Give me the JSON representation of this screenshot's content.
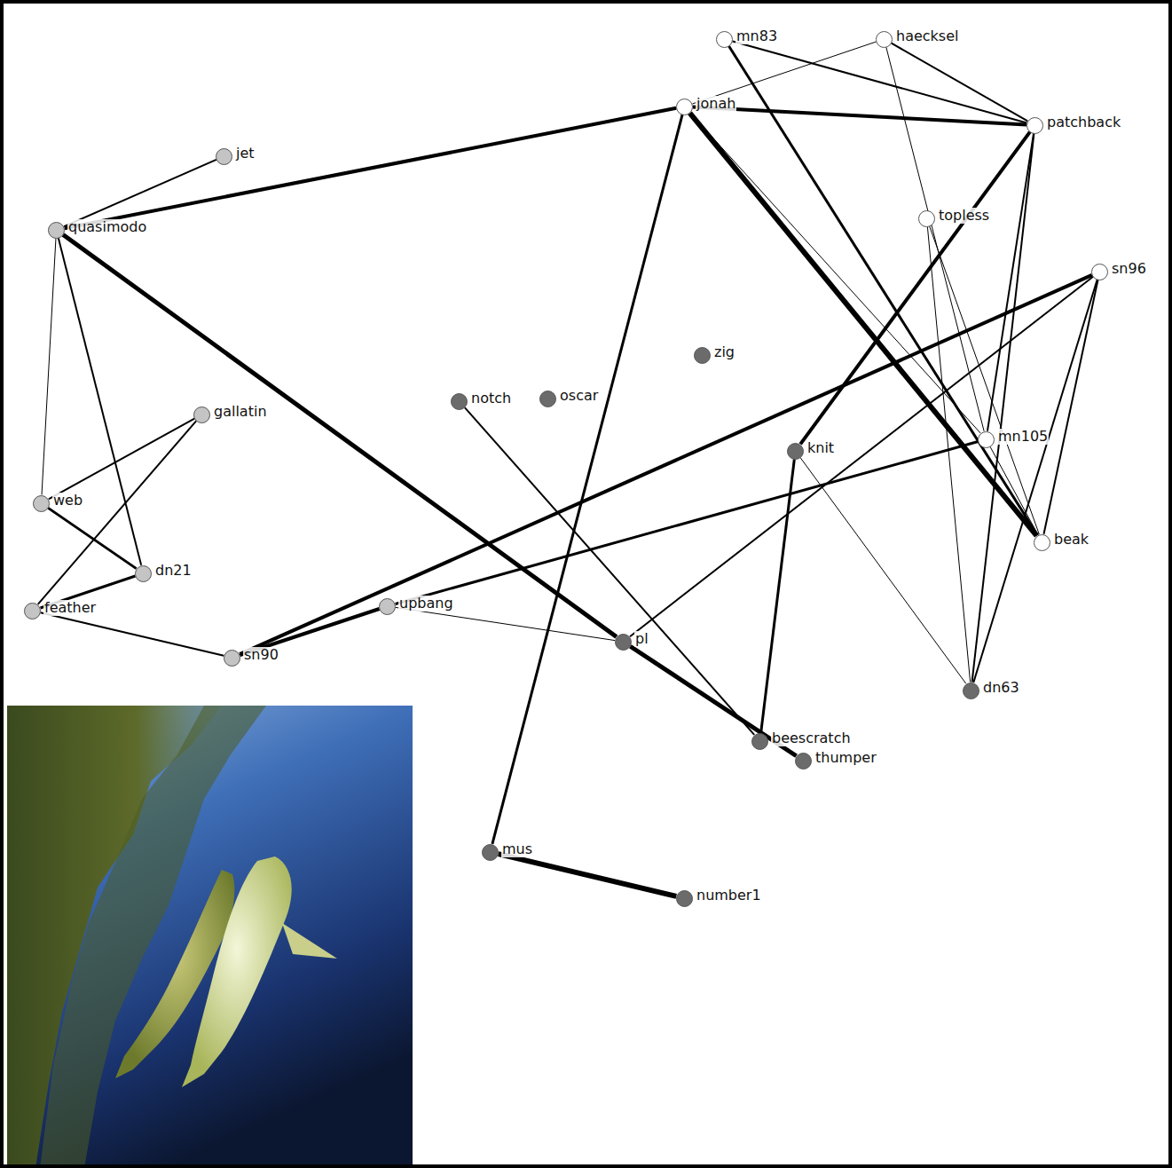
{
  "diagram": {
    "nodes": [
      {
        "text": [
          "mn83"
        ]
      },
      {
        "text": [
          "haecksel"
        ]
      },
      {
        "text": [
          "jonah"
        ]
      },
      {
        "text": [
          "patchback"
        ]
      },
      {
        "text": [
          "jet"
        ]
      },
      {
        "text": [
          "topless"
        ]
      },
      {
        "text": [
          "quasimodo"
        ]
      },
      {
        "text": [
          "sn96"
        ]
      },
      {
        "text": [
          "zig"
        ]
      },
      {
        "text": [
          "oscar"
        ]
      },
      {
        "text": [
          "notch"
        ]
      },
      {
        "text": [
          "gallatin"
        ]
      },
      {
        "text": [
          "mn105"
        ]
      },
      {
        "text": [
          "knit"
        ]
      },
      {
        "text": [
          "web"
        ]
      },
      {
        "text": [
          "beak"
        ]
      },
      {
        "text": [
          "dn21"
        ]
      },
      {
        "text": [
          "upbang"
        ]
      },
      {
        "text": [
          "feather"
        ]
      },
      {
        "text": [
          "pl"
        ]
      },
      {
        "text": [
          "sn90"
        ]
      },
      {
        "text": [
          "dn63"
        ]
      },
      {
        "text": [
          "beescratch"
        ]
      },
      {
        "text": [
          "thumper"
        ]
      },
      {
        "text": [
          "mus"
        ]
      },
      {
        "text": [
          "number1"
        ]
      }
    ],
    "edges": [
      {
        "from": 4,
        "to": 6,
        "arrow": "none"
      },
      {
        "from": 6,
        "to": 2,
        "arrow": "none"
      },
      {
        "from": 6,
        "to": 19,
        "arrow": "none"
      },
      {
        "from": 19,
        "to": 23,
        "arrow": "none"
      },
      {
        "from": 6,
        "to": 14,
        "arrow": "none"
      },
      {
        "from": 6,
        "to": 16,
        "arrow": "none"
      },
      {
        "from": 11,
        "to": 14,
        "arrow": "none"
      },
      {
        "from": 11,
        "to": 18,
        "arrow": "none"
      },
      {
        "from": 14,
        "to": 16,
        "arrow": "none"
      },
      {
        "from": 18,
        "to": 16,
        "arrow": "none"
      },
      {
        "from": 18,
        "to": 20,
        "arrow": "none"
      },
      {
        "from": 20,
        "to": 17,
        "arrow": "none"
      },
      {
        "from": 20,
        "to": 7,
        "arrow": "none"
      },
      {
        "from": 17,
        "to": 12,
        "arrow": "none"
      },
      {
        "from": 17,
        "to": 19,
        "arrow": "none"
      },
      {
        "from": 19,
        "to": 7,
        "arrow": "none"
      },
      {
        "from": 10,
        "to": 22,
        "arrow": "none"
      },
      {
        "from": 13,
        "to": 22,
        "arrow": "none"
      },
      {
        "from": 13,
        "to": 3,
        "arrow": "none"
      },
      {
        "from": 13,
        "to": 21,
        "arrow": "none"
      },
      {
        "from": 2,
        "to": 24,
        "arrow": "none"
      },
      {
        "from": 24,
        "to": 25,
        "arrow": "none"
      },
      {
        "from": 2,
        "to": 3,
        "arrow": "none"
      },
      {
        "from": 2,
        "to": 15,
        "arrow": "none"
      },
      {
        "from": 2,
        "to": 12,
        "arrow": "none"
      },
      {
        "from": 0,
        "to": 3,
        "arrow": "none"
      },
      {
        "from": 0,
        "to": 15,
        "arrow": "none"
      },
      {
        "from": 1,
        "to": 2,
        "arrow": "none"
      },
      {
        "from": 1,
        "to": 3,
        "arrow": "none"
      },
      {
        "from": 1,
        "to": 12,
        "arrow": "none"
      },
      {
        "from": 3,
        "to": 21,
        "arrow": "none"
      },
      {
        "from": 3,
        "to": 12,
        "arrow": "none"
      },
      {
        "from": 5,
        "to": 21,
        "arrow": "none"
      },
      {
        "from": 5,
        "to": 15,
        "arrow": "none"
      },
      {
        "from": 7,
        "to": 21,
        "arrow": "none"
      },
      {
        "from": 7,
        "to": 15,
        "arrow": "none"
      },
      {
        "from": 12,
        "to": 15,
        "arrow": "none"
      }
    ]
  }
}
